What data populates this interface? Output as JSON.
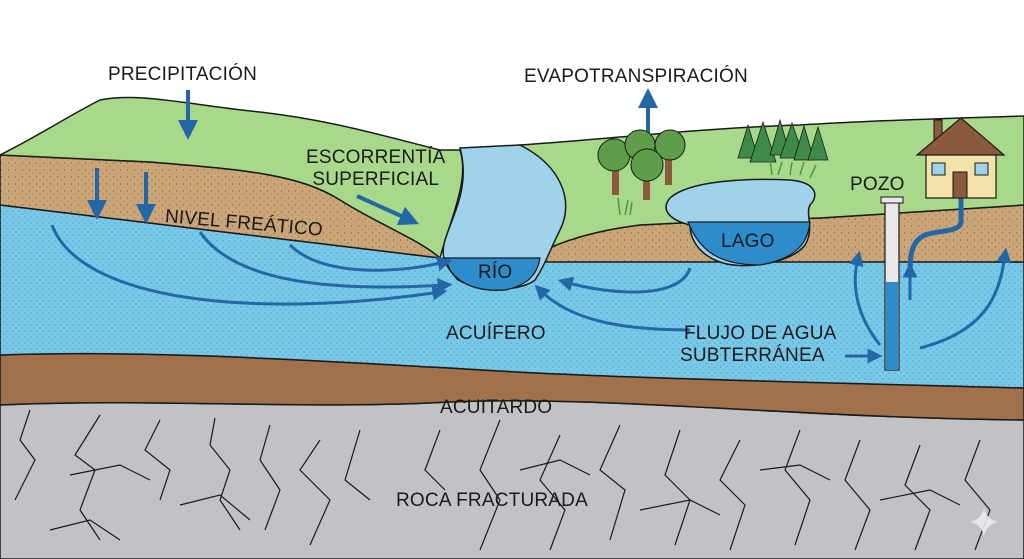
{
  "diagram": {
    "type": "groundwater-cross-section",
    "language": "es",
    "colors": {
      "sky": "#ffffff",
      "grass": "#a8d88a",
      "soil": "#c9a577",
      "aquifer": "#78c8e8",
      "river_light": "#9fd3ec",
      "water_dark": "#2d8cc9",
      "aquitard": "#a0714a",
      "bedrock": "#c0c2c5",
      "arrow": "#2467a6",
      "outline": "#1a1a1a"
    }
  },
  "labels": {
    "precipitation": "PRECIPITACIÓN",
    "evapotranspiration": "EVAPOTRANSPIRACIÓN",
    "surface_runoff_line1": "ESCORRENTÍA",
    "surface_runoff_line2": "SUPERFICIAL",
    "water_table": "NIVEL FREÁTICO",
    "river": "RÍO",
    "lake": "LAGO",
    "well": "POZO",
    "aquifer": "ACUÍFERO",
    "groundwater_flow_line1": "FLUJO DE AGUA",
    "groundwater_flow_line2": "SUBTERRÁNEA",
    "aquitard": "ACUITARDO",
    "fractured_rock": "ROCA FRACTURADA"
  },
  "icons": [
    "precipitation-arrow-icon",
    "infiltration-arrow-icon",
    "evapotranspiration-arrow-icon",
    "runoff-arrow-icon",
    "flow-arrow-icon",
    "tree-icon",
    "pine-tree-icon",
    "grass-icon",
    "house-icon",
    "well-icon",
    "sparkle-icon"
  ]
}
